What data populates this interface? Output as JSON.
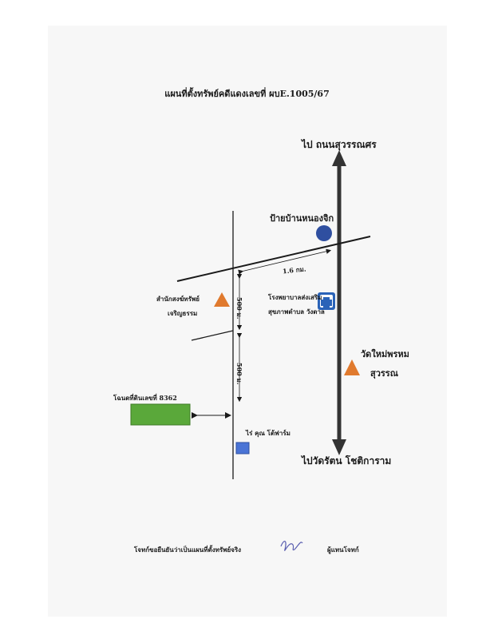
{
  "title": "แผนที่ตั้งทรัพย์คดีแดงเลขที่ ผบE.1005/67",
  "north_road": "ไป ถนนสุวรรณศร",
  "south_road": "ไปวัดรัตน โชติการาม",
  "bus_stop": "ป้ายบ้านหนองจิก",
  "distance_east": "1.6 กม.",
  "monk_office_line1": "สำนักสงฆ์ทรัพย์",
  "monk_office_line2": "เจริญธรรม",
  "distance_upper": "500 ม.",
  "distance_lower": "500 ม.",
  "hospital_line1": "โรงพยาบาลส่งเสริม",
  "hospital_line2": "สุขภาพตำบล วังตาล",
  "temple_line1": "วัดใหม่พรหม",
  "temple_line2": "สุวรรณ",
  "land_deed": "โฉนดที่ดินเลขที่ 8362",
  "farm": "ไร่ คุณ โต้ฟาร์ม",
  "certify_text": "โจทก์ขอยืนยันว่าเป็นแผนที่ตั้งทรัพย์จริง",
  "plaintiff_agent": "ผู้แทนโจทก์",
  "colors": {
    "bus_stop": "#2f4fa0",
    "triangle": "#e07a2e",
    "land": "#5aa83a",
    "farm": "#4a74d6",
    "hospital": "#2a63b8"
  }
}
